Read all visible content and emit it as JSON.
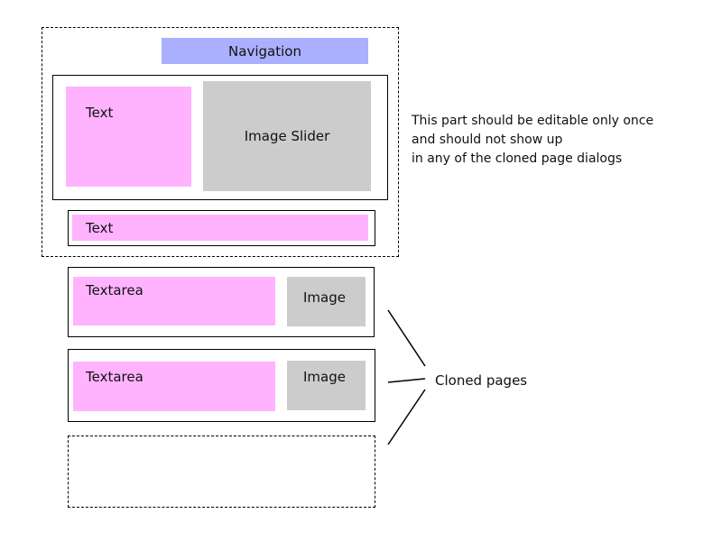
{
  "diagram": {
    "navigation_label": "Navigation",
    "hero_text_label": "Text",
    "image_slider_label": "Image Slider",
    "banner_text_label": "Text",
    "clone_1": {
      "textarea_label": "Textarea",
      "image_label": "Image"
    },
    "clone_2": {
      "textarea_label": "Textarea",
      "image_label": "Image"
    },
    "note_lines": [
      "This part should be editable only once",
      "and should not show up",
      "in any of the cloned page dialogs"
    ],
    "cloned_pages_label": "Cloned pages"
  },
  "colors": {
    "text_block": "#ffb3ff",
    "image_block": "#cccccc",
    "navigation_block": "#aab0ff"
  }
}
